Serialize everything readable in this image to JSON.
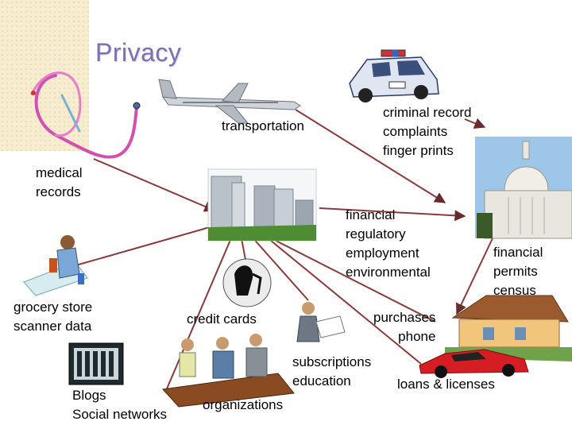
{
  "title": "Privacy",
  "labels": {
    "transportation": "transportation",
    "criminal": [
      "criminal record",
      "complaints",
      "finger prints"
    ],
    "medical": [
      "medical",
      "records"
    ],
    "financial_center": [
      "financial",
      "regulatory",
      "employment",
      "environmental"
    ],
    "financial_right": [
      "financial",
      "permits",
      "census"
    ],
    "grocery": [
      "grocery store",
      "scanner data"
    ],
    "credit_cards": "credit cards",
    "purchases": [
      "purchases",
      "phone"
    ],
    "subscriptions": [
      "subscriptions",
      "education"
    ],
    "loans": "loans & licenses",
    "blogs": [
      "Blogs",
      "Social networks"
    ],
    "organizations": "organizations"
  },
  "icons": [
    "stethoscope-icon",
    "airplane-icon",
    "police-car-icon",
    "city-buildings-icon",
    "capitol-building-icon",
    "scientist-icon",
    "person-phone-icon",
    "businessman-reading-icon",
    "house-icon",
    "sports-car-icon",
    "server-rack-icon",
    "business-meeting-icon"
  ],
  "colors": {
    "title": "#7d6fb0",
    "arrow": "#8b3a3a",
    "band": "#f7ecd0"
  }
}
